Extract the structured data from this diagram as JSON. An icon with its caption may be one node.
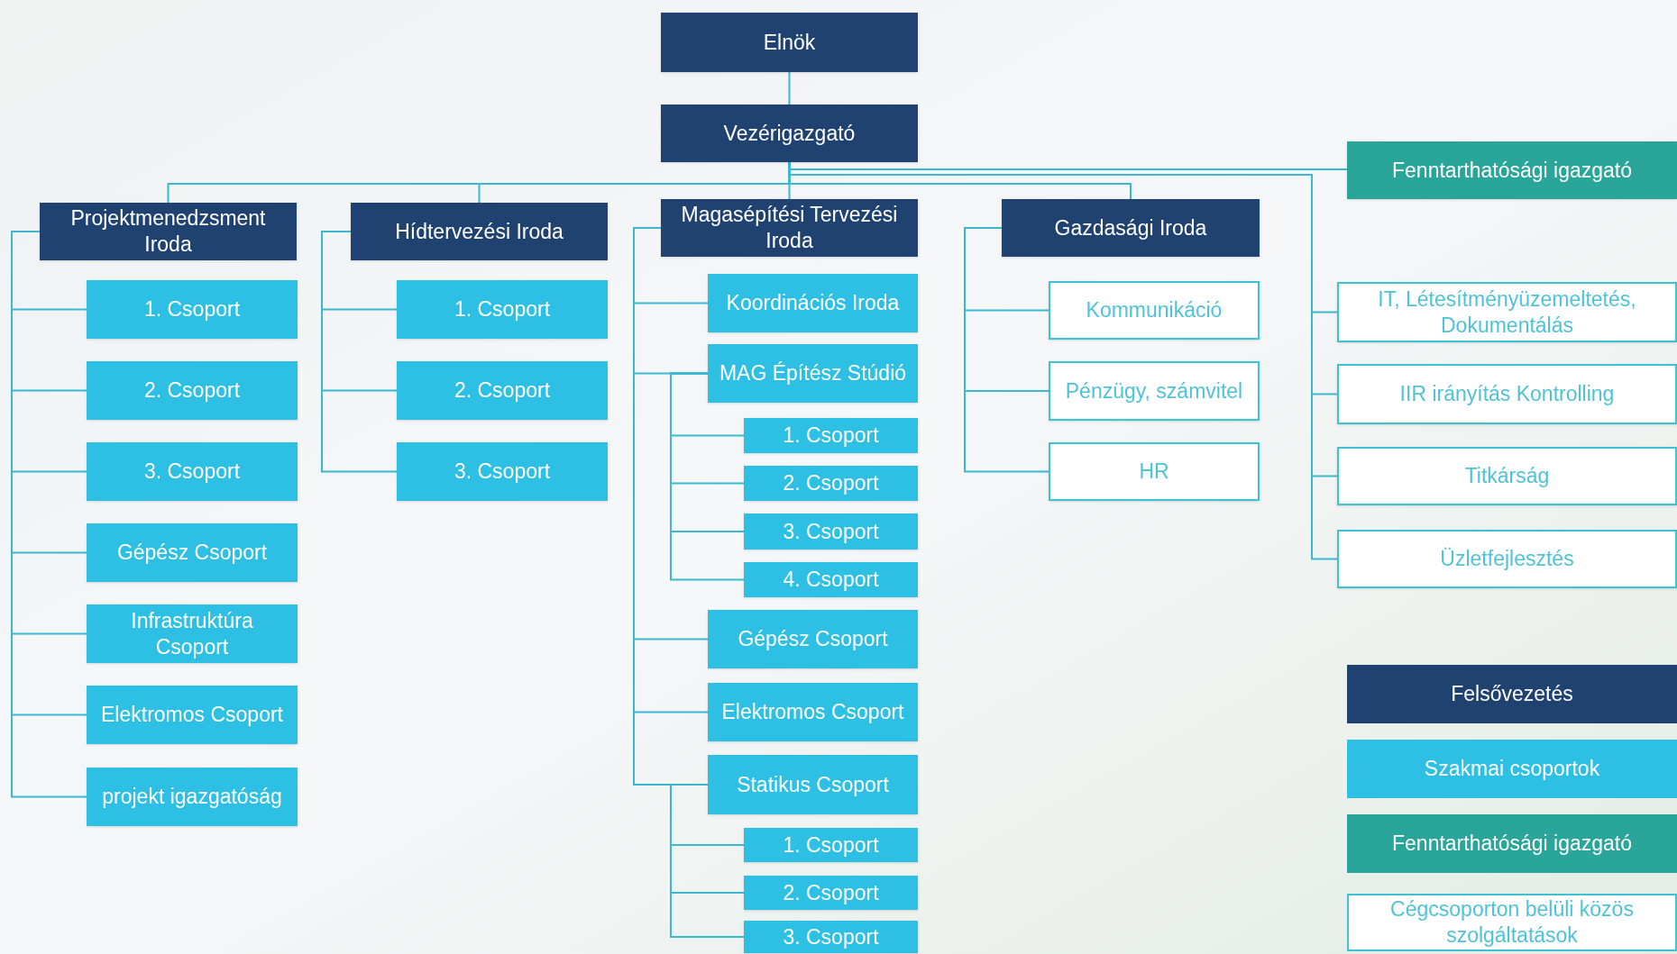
{
  "diagram": {
    "nodes": [
      {
        "text": [
          "Elnök"
        ]
      },
      {
        "text": [
          "Vezérigazgató"
        ]
      },
      {
        "text": [
          "Fenntarthatósági igazgató"
        ]
      },
      {
        "text": [
          "Projektmenedzsment Iroda"
        ]
      },
      {
        "text": [
          "Hídtervezési Iroda"
        ]
      },
      {
        "text": [
          "Magasépítési Tervezési Iroda"
        ]
      },
      {
        "text": [
          "Gazdasági Iroda"
        ]
      },
      {
        "text": [
          "1. Csoport"
        ]
      },
      {
        "text": [
          "2. Csoport"
        ]
      },
      {
        "text": [
          "3. Csoport"
        ]
      },
      {
        "text": [
          "Gépész Csoport"
        ]
      },
      {
        "text": [
          "Infrastruktúra Csoport"
        ]
      },
      {
        "text": [
          "Elektromos Csoport"
        ]
      },
      {
        "text": [
          "projekt igazgatóság"
        ]
      },
      {
        "text": [
          "1. Csoport"
        ]
      },
      {
        "text": [
          "2. Csoport"
        ]
      },
      {
        "text": [
          "3. Csoport"
        ]
      },
      {
        "text": [
          "Koordinációs Iroda"
        ]
      },
      {
        "text": [
          "MAG Építész Stúdió"
        ]
      },
      {
        "text": [
          "1. Csoport"
        ]
      },
      {
        "text": [
          "2. Csoport"
        ]
      },
      {
        "text": [
          "3. Csoport"
        ]
      },
      {
        "text": [
          "4. Csoport"
        ]
      },
      {
        "text": [
          "Gépész Csoport"
        ]
      },
      {
        "text": [
          "Elektromos Csoport"
        ]
      },
      {
        "text": [
          "Statikus Csoport"
        ]
      },
      {
        "text": [
          "1. Csoport"
        ]
      },
      {
        "text": [
          "2. Csoport"
        ]
      },
      {
        "text": [
          "3. Csoport"
        ]
      },
      {
        "text": [
          "Kommunikáció"
        ]
      },
      {
        "text": [
          "Pénzügy, számvitel"
        ]
      },
      {
        "text": [
          "HR"
        ]
      },
      {
        "text": [
          "IT, Létesítményüzemeltetés, Dokumentálás"
        ]
      },
      {
        "text": [
          "IIR irányítás Kontrolling"
        ]
      },
      {
        "text": [
          "Titkárság"
        ]
      },
      {
        "text": [
          "Üzletfejlesztés"
        ]
      }
    ],
    "edges": [
      {
        "from": 0,
        "to": 1,
        "arrow": "none"
      },
      {
        "from": 1,
        "to": 2,
        "arrow": "none"
      },
      {
        "from": 1,
        "to": 3,
        "arrow": "none"
      },
      {
        "from": 1,
        "to": 4,
        "arrow": "none"
      },
      {
        "from": 1,
        "to": 5,
        "arrow": "none"
      },
      {
        "from": 1,
        "to": 6,
        "arrow": "none"
      },
      {
        "from": 3,
        "to": 7,
        "arrow": "none"
      },
      {
        "from": 3,
        "to": 8,
        "arrow": "none"
      },
      {
        "from": 3,
        "to": 9,
        "arrow": "none"
      },
      {
        "from": 3,
        "to": 10,
        "arrow": "none"
      },
      {
        "from": 3,
        "to": 11,
        "arrow": "none"
      },
      {
        "from": 3,
        "to": 12,
        "arrow": "none"
      },
      {
        "from": 3,
        "to": 13,
        "arrow": "none"
      },
      {
        "from": 4,
        "to": 14,
        "arrow": "none"
      },
      {
        "from": 4,
        "to": 15,
        "arrow": "none"
      },
      {
        "from": 4,
        "to": 16,
        "arrow": "none"
      },
      {
        "from": 5,
        "to": 17,
        "arrow": "none"
      },
      {
        "from": 5,
        "to": 18,
        "arrow": "none"
      },
      {
        "from": 18,
        "to": 19,
        "arrow": "none"
      },
      {
        "from": 18,
        "to": 20,
        "arrow": "none"
      },
      {
        "from": 18,
        "to": 21,
        "arrow": "none"
      },
      {
        "from": 18,
        "to": 22,
        "arrow": "none"
      },
      {
        "from": 5,
        "to": 23,
        "arrow": "none"
      },
      {
        "from": 5,
        "to": 24,
        "arrow": "none"
      },
      {
        "from": 5,
        "to": 25,
        "arrow": "none"
      },
      {
        "from": 25,
        "to": 26,
        "arrow": "none"
      },
      {
        "from": 25,
        "to": 27,
        "arrow": "none"
      },
      {
        "from": 25,
        "to": 28,
        "arrow": "none"
      },
      {
        "from": 6,
        "to": 29,
        "arrow": "none"
      },
      {
        "from": 6,
        "to": 30,
        "arrow": "none"
      },
      {
        "from": 6,
        "to": 31,
        "arrow": "none"
      },
      {
        "from": 1,
        "to": 32,
        "arrow": "none"
      },
      {
        "from": 1,
        "to": 33,
        "arrow": "none"
      },
      {
        "from": 1,
        "to": 34,
        "arrow": "none"
      },
      {
        "from": 1,
        "to": 35,
        "arrow": "none"
      }
    ],
    "legend": [
      {
        "text": "Felsővezetés",
        "color": "#1f4270"
      },
      {
        "text": "Szakmai csoportok",
        "color": "#2ec0e4"
      },
      {
        "text": "Fenntarthatósági igazgató",
        "color": "#2aa59a"
      },
      {
        "text": "Cégcsoporton belüli közös szolgáltatások",
        "color": "#ffffff"
      }
    ]
  }
}
